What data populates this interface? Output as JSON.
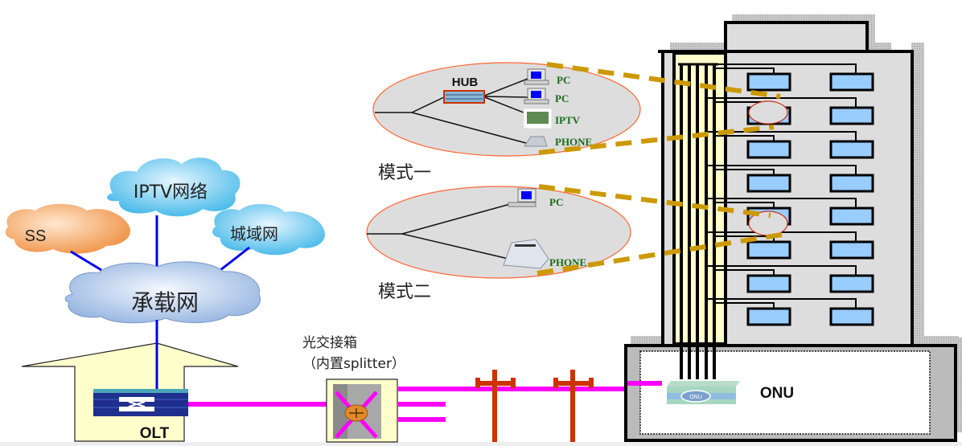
{
  "diagram": {
    "clouds": {
      "iptv": "IPTV网络",
      "ss": "SS",
      "metro": "城域网",
      "bearer": "承载网"
    },
    "olt": {
      "label": "OLT"
    },
    "splitter": {
      "title": "光交接箱",
      "subtitle": "（内置splitter）"
    },
    "onu": {
      "label": "ONU",
      "badge": "ONU"
    },
    "mode1": {
      "label": "模式一",
      "hub": "HUB",
      "devices": [
        "PC",
        "PC",
        "IPTV",
        "PHONE"
      ]
    },
    "mode2": {
      "label": "模式二",
      "devices": [
        "PC",
        "PHONE"
      ]
    },
    "colors": {
      "fiber": "#ff00ff",
      "ethernet": "#0000ee",
      "pole": "#cc3300",
      "dash": "#cc9900",
      "room": "#99ccff",
      "riser": "#ffffcc",
      "house": "#ffffcc",
      "ellipse_stroke": "#ff6633",
      "ellipse_fill": "#dddddd",
      "device_text": "#1a6a1a"
    }
  }
}
